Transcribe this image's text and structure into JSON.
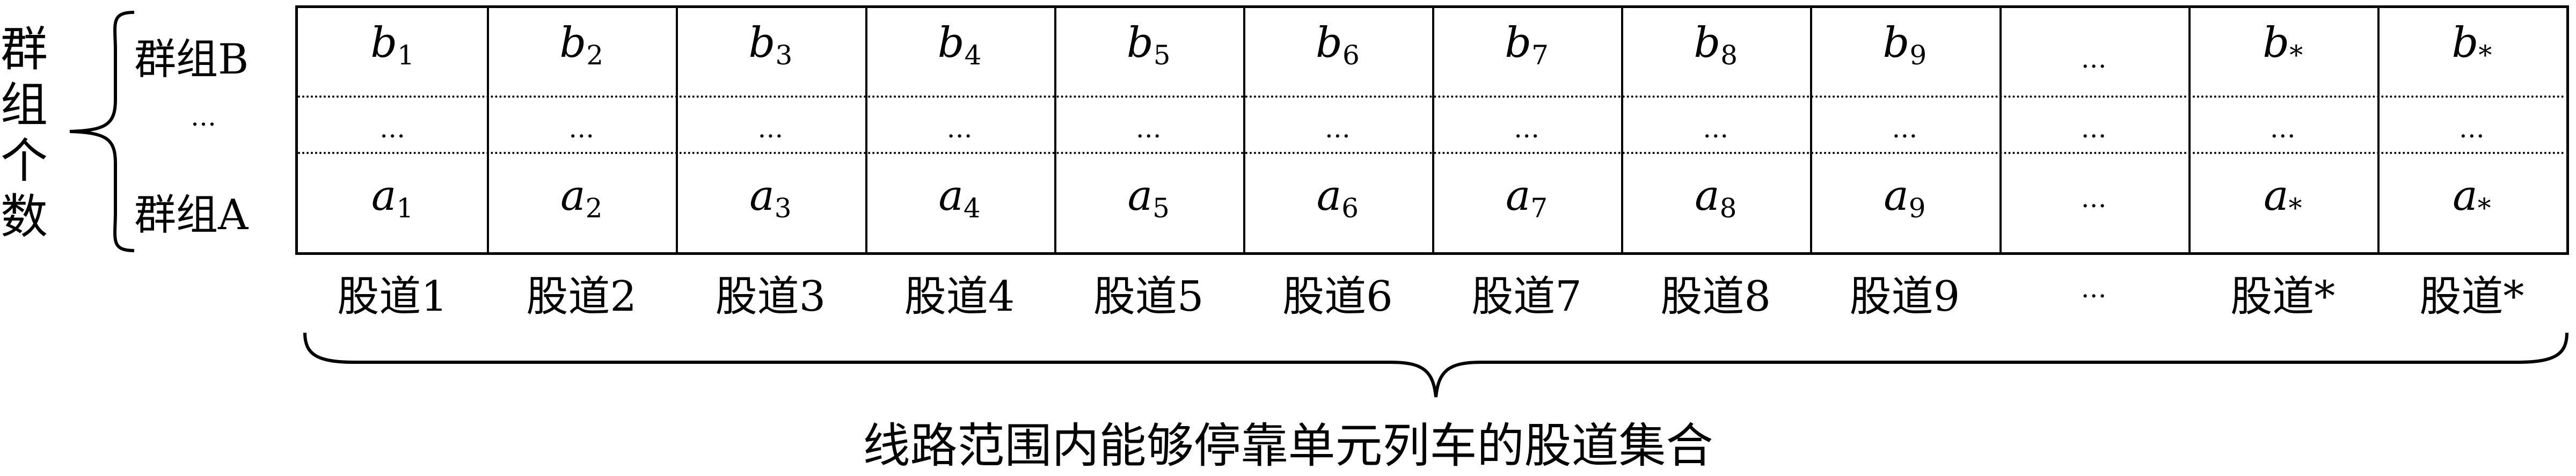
{
  "vertical_label": [
    "群",
    "组",
    "个",
    "数"
  ],
  "row_labels": {
    "b": "群组B",
    "middle": "…",
    "a": "群组A"
  },
  "columns": [
    {
      "b_base": "b",
      "b_sub": "1",
      "a_base": "a",
      "a_sub": "1",
      "track": "股道1"
    },
    {
      "b_base": "b",
      "b_sub": "2",
      "a_base": "a",
      "a_sub": "2",
      "track": "股道2"
    },
    {
      "b_base": "b",
      "b_sub": "3",
      "a_base": "a",
      "a_sub": "3",
      "track": "股道3"
    },
    {
      "b_base": "b",
      "b_sub": "4",
      "a_base": "a",
      "a_sub": "4",
      "track": "股道4"
    },
    {
      "b_base": "b",
      "b_sub": "5",
      "a_base": "a",
      "a_sub": "5",
      "track": "股道5"
    },
    {
      "b_base": "b",
      "b_sub": "6",
      "a_base": "a",
      "a_sub": "6",
      "track": "股道6"
    },
    {
      "b_base": "b",
      "b_sub": "7",
      "a_base": "a",
      "a_sub": "7",
      "track": "股道7"
    },
    {
      "b_base": "b",
      "b_sub": "8",
      "a_base": "a",
      "a_sub": "8",
      "track": "股道8"
    },
    {
      "b_base": "b",
      "b_sub": "9",
      "a_base": "a",
      "a_sub": "9",
      "track": "股道9"
    },
    {
      "ellipsis": "…",
      "track": "…"
    },
    {
      "b_base": "b",
      "b_sub": "*",
      "a_base": "a",
      "a_sub": "*",
      "track": "股道*"
    },
    {
      "b_base": "b",
      "b_sub": "*",
      "a_base": "a",
      "a_sub": "*",
      "track": "股道*"
    }
  ],
  "middle_row_mark": "…",
  "caption": "线路范围内能够停靠单元列车的股道集合"
}
